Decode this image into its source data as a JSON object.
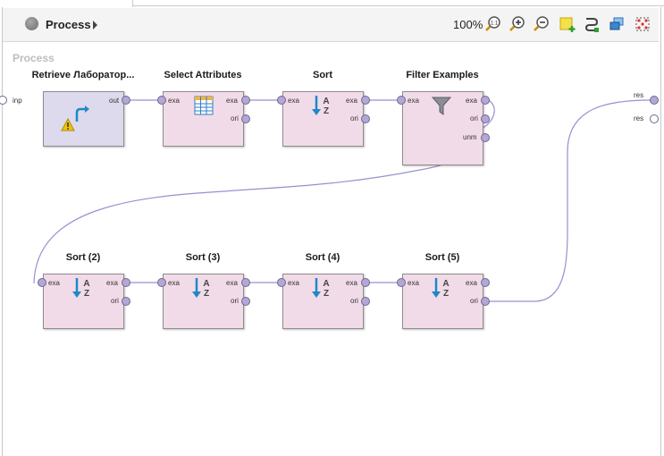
{
  "toolbar": {
    "process_title": "Process",
    "zoom": "100%",
    "icons": [
      "zoom-fit-icon",
      "zoom-in-icon",
      "zoom-out-icon",
      "add-note-icon",
      "route-icon",
      "layers-icon",
      "auto-arrange-icon"
    ]
  },
  "canvas": {
    "label": "Process",
    "left_ports": [
      {
        "label": "inp"
      }
    ],
    "right_ports": [
      {
        "label": "res"
      },
      {
        "label": "res"
      }
    ]
  },
  "operators": {
    "retrieve": {
      "title": "Retrieve Лаборатор...",
      "ports_out": [
        "out"
      ]
    },
    "select": {
      "title": "Select Attributes",
      "ports_in": [
        "exa"
      ],
      "ports_out": [
        "exa",
        "ori"
      ]
    },
    "sort1": {
      "title": "Sort",
      "ports_in": [
        "exa"
      ],
      "ports_out": [
        "exa",
        "ori"
      ]
    },
    "filter": {
      "title": "Filter Examples",
      "ports_in": [
        "exa"
      ],
      "ports_out": [
        "exa",
        "ori",
        "unm"
      ]
    },
    "sort2": {
      "title": "Sort (2)",
      "ports_in": [
        "exa"
      ],
      "ports_out": [
        "exa",
        "ori"
      ]
    },
    "sort3": {
      "title": "Sort (3)",
      "ports_in": [
        "exa"
      ],
      "ports_out": [
        "exa",
        "ori"
      ]
    },
    "sort4": {
      "title": "Sort (4)",
      "ports_in": [
        "exa"
      ],
      "ports_out": [
        "exa",
        "ori"
      ]
    },
    "sort5": {
      "title": "Sort (5)",
      "ports_in": [
        "exa"
      ],
      "ports_out": [
        "exa",
        "ori"
      ]
    }
  },
  "colors": {
    "operator_fill": "#f2dbe8",
    "retrieve_fill": "#dcdaec",
    "wire": "#9a8fd0",
    "port": "#b5a6d8"
  }
}
